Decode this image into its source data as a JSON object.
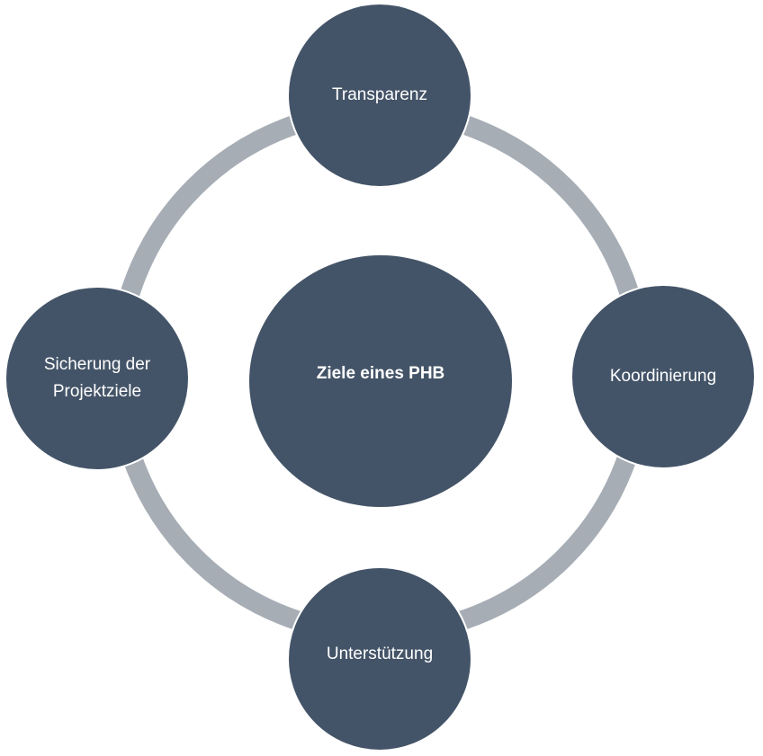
{
  "diagram": {
    "center": "Ziele eines PHB",
    "top": "Transparenz",
    "right": "Koordinierung",
    "bottom": "Unterstützung",
    "left": "Sicherung der\nProjektziele"
  },
  "colors": {
    "node_fill": "#445468",
    "ring": "#a6adb5",
    "node_text": "#ffffff",
    "background": "#ffffff"
  }
}
